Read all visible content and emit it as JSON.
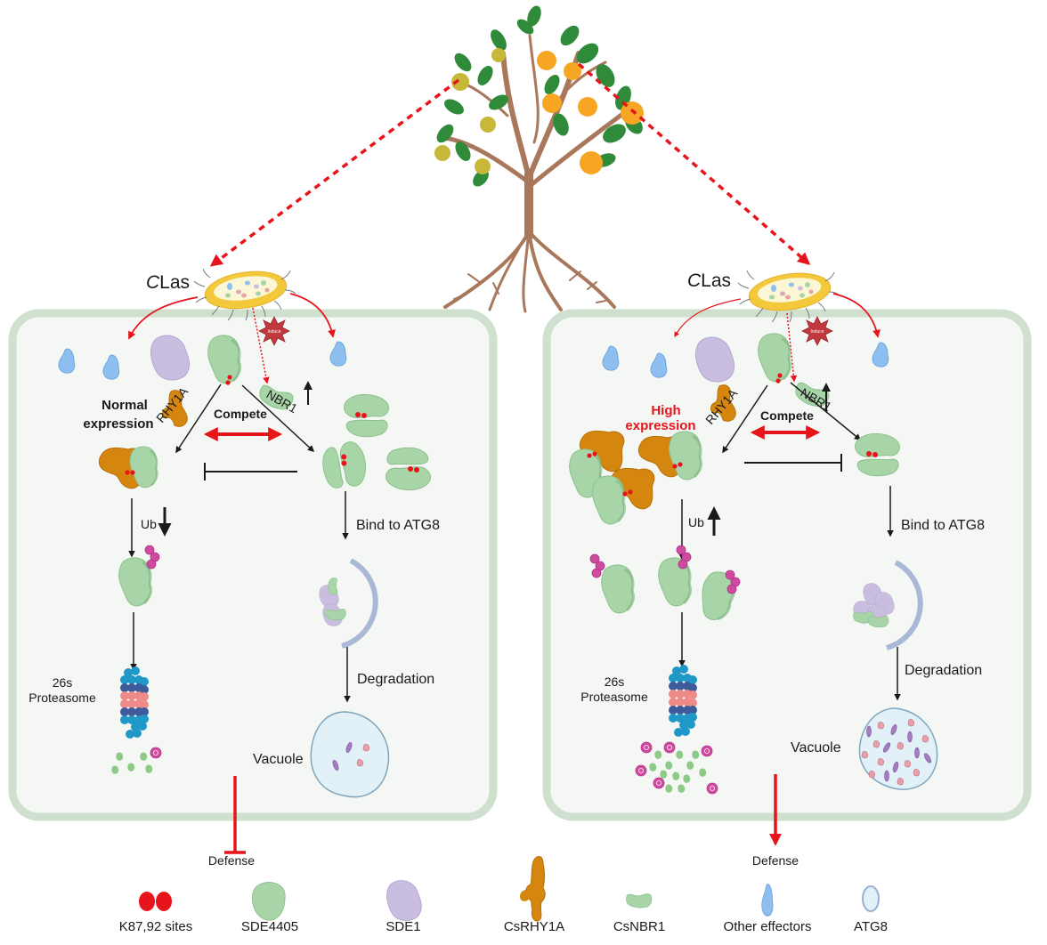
{
  "figure": {
    "pathogen_label_prefix": "C",
    "pathogen_label_suffix": "Las",
    "induce_label": "Induce",
    "colors": {
      "cell_fill": "#f4f7f4",
      "cell_wall": "#cfe0cf",
      "arrow_red": "#e8141c",
      "arrow_black": "#1a1a1a",
      "sde4405": "#a8d5a8",
      "sde1": "#c9bde0",
      "rhy1a": "#d4860f",
      "nbr1": "#a8d5a8",
      "effector": "#8ebff0",
      "atg8": "#e2f0f8",
      "k_sites": "#e8141c",
      "ub": "#d04aa0",
      "tree_trunk": "#a9775b",
      "leaf": "#2f8a3a",
      "fruit": "#f6a623",
      "bacteria": "#f3c83b",
      "proteasome_blue": "#1f98c8",
      "proteasome_dark": "#3d5a9a",
      "proteasome_pink": "#ee8a88"
    },
    "panels": [
      {
        "expression_line1": "Normal",
        "expression_line2": "expression",
        "expression_highlight": false,
        "rhy1a_label": "RHY1A",
        "nbr1_label": "NBR1",
        "compete_label": "Compete",
        "ub_label": "Ub",
        "ub_trend": "down",
        "bind_label": "Bind to ATG8",
        "degradation_label": "Degradation",
        "proteasome_line1": "26s",
        "proteasome_line2": "Proteasome",
        "vacuole_label": "Vacuole",
        "defense_label": "Defense",
        "defense_effect": "inhibit"
      },
      {
        "expression_line1": "High",
        "expression_line2": "expression",
        "expression_highlight": true,
        "rhy1a_label": "RHY1A",
        "nbr1_label": "NBR1",
        "compete_label": "Compete",
        "ub_label": "Ub",
        "ub_trend": "up",
        "bind_label": "Bind to ATG8",
        "degradation_label": "Degradation",
        "proteasome_line1": "26s",
        "proteasome_line2": "Proteasome",
        "vacuole_label": "Vacuole",
        "defense_label": "Defense",
        "defense_effect": "promote"
      }
    ],
    "legend": [
      {
        "icon": "k-sites-icon",
        "label": "K87,92 sites"
      },
      {
        "icon": "sde4405-icon",
        "label": "SDE4405"
      },
      {
        "icon": "sde1-icon",
        "label": "SDE1"
      },
      {
        "icon": "csrhy1a-icon",
        "label": "CsRHY1A"
      },
      {
        "icon": "csnbr1-icon",
        "label": "CsNBR1"
      },
      {
        "icon": "other-effectors-icon",
        "label": "Other effectors"
      },
      {
        "icon": "atg8-icon",
        "label": "ATG8"
      }
    ]
  }
}
